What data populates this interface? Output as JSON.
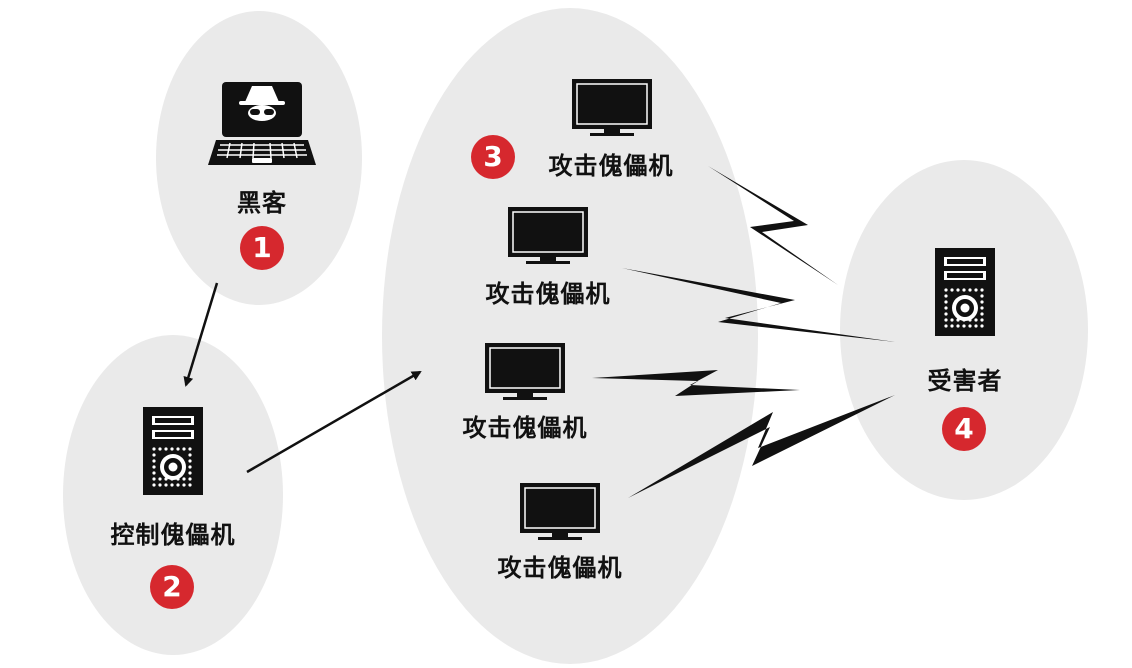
{
  "colors": {
    "badge": "#d6282e",
    "bubble": "#eaeaea",
    "ink": "#111111"
  },
  "hacker": {
    "label": "黑客",
    "badge": "1",
    "icon": "hacker-laptop-icon"
  },
  "controller": {
    "label": "控制傀儡机",
    "badge": "2",
    "icon": "server-tower-icon"
  },
  "attack_group": {
    "badge": "3",
    "nodes": [
      {
        "label": "攻击傀儡机",
        "icon": "monitor-icon"
      },
      {
        "label": "攻击傀儡机",
        "icon": "monitor-icon"
      },
      {
        "label": "攻击傀儡机",
        "icon": "monitor-icon"
      },
      {
        "label": "攻击傀儡机",
        "icon": "monitor-icon"
      }
    ]
  },
  "victim": {
    "label": "受害者",
    "badge": "4",
    "icon": "server-tower-icon"
  }
}
